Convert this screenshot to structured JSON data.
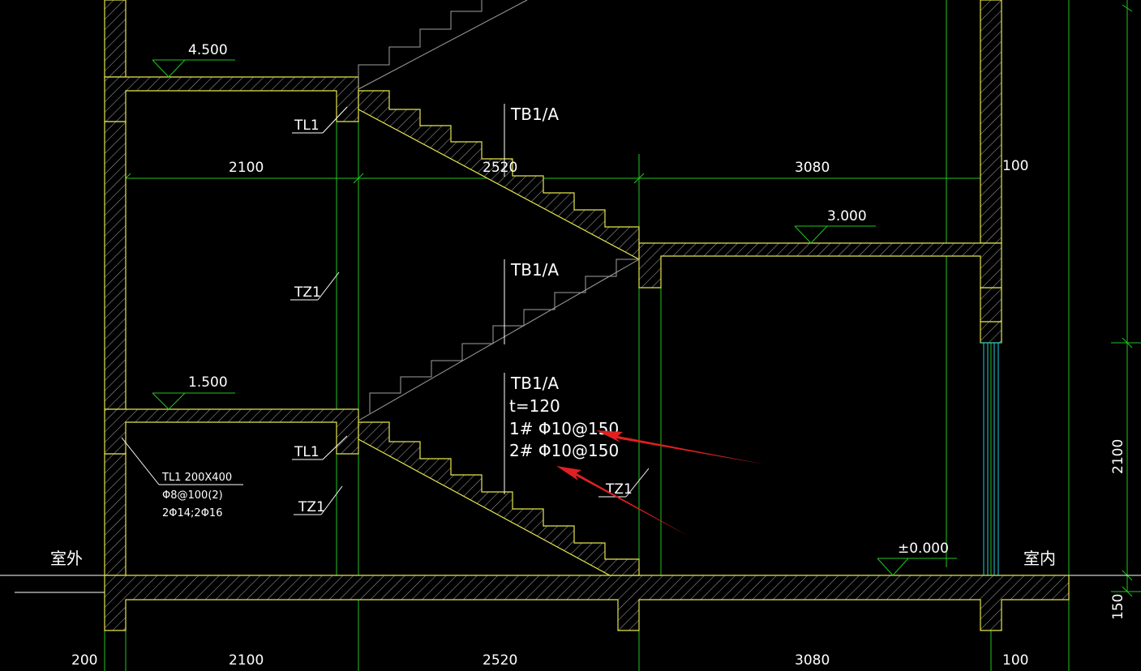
{
  "elevations": {
    "top": "4.500",
    "mid": "1.500",
    "right": "3.000",
    "ground": "±0.000"
  },
  "labels": {
    "tb1_top": "TB1/A",
    "tb1_mid": "TB1/A",
    "tb1_bottom": "TB1/A",
    "thickness": "t=120",
    "rebar_1": "1# Φ10@150",
    "rebar_2": "2# Φ10@150",
    "tl1_top": "TL1",
    "tl1_bottom": "TL1",
    "tz1_left_upper": "TZ1",
    "tz1_left_lower": "TZ1",
    "tz1_right": "TZ1",
    "beam_spec_1": "TL1 200X400",
    "beam_spec_2": "Φ8@100(2)",
    "beam_spec_3": "2Φ14;2Φ16",
    "outdoor": "室外",
    "indoor": "室内"
  },
  "dimensions": {
    "upper": [
      "2100",
      "2520",
      "3080",
      "100"
    ],
    "lower": [
      "200",
      "2100",
      "2520",
      "3080",
      "100"
    ],
    "vertical": [
      "2100",
      "150"
    ]
  },
  "colors": {
    "background": "#000000",
    "outline": "#e6e64d",
    "grid": "#22c422",
    "text": "#ffffff",
    "arrow": "#e02020",
    "glass": "#22d0e0"
  }
}
